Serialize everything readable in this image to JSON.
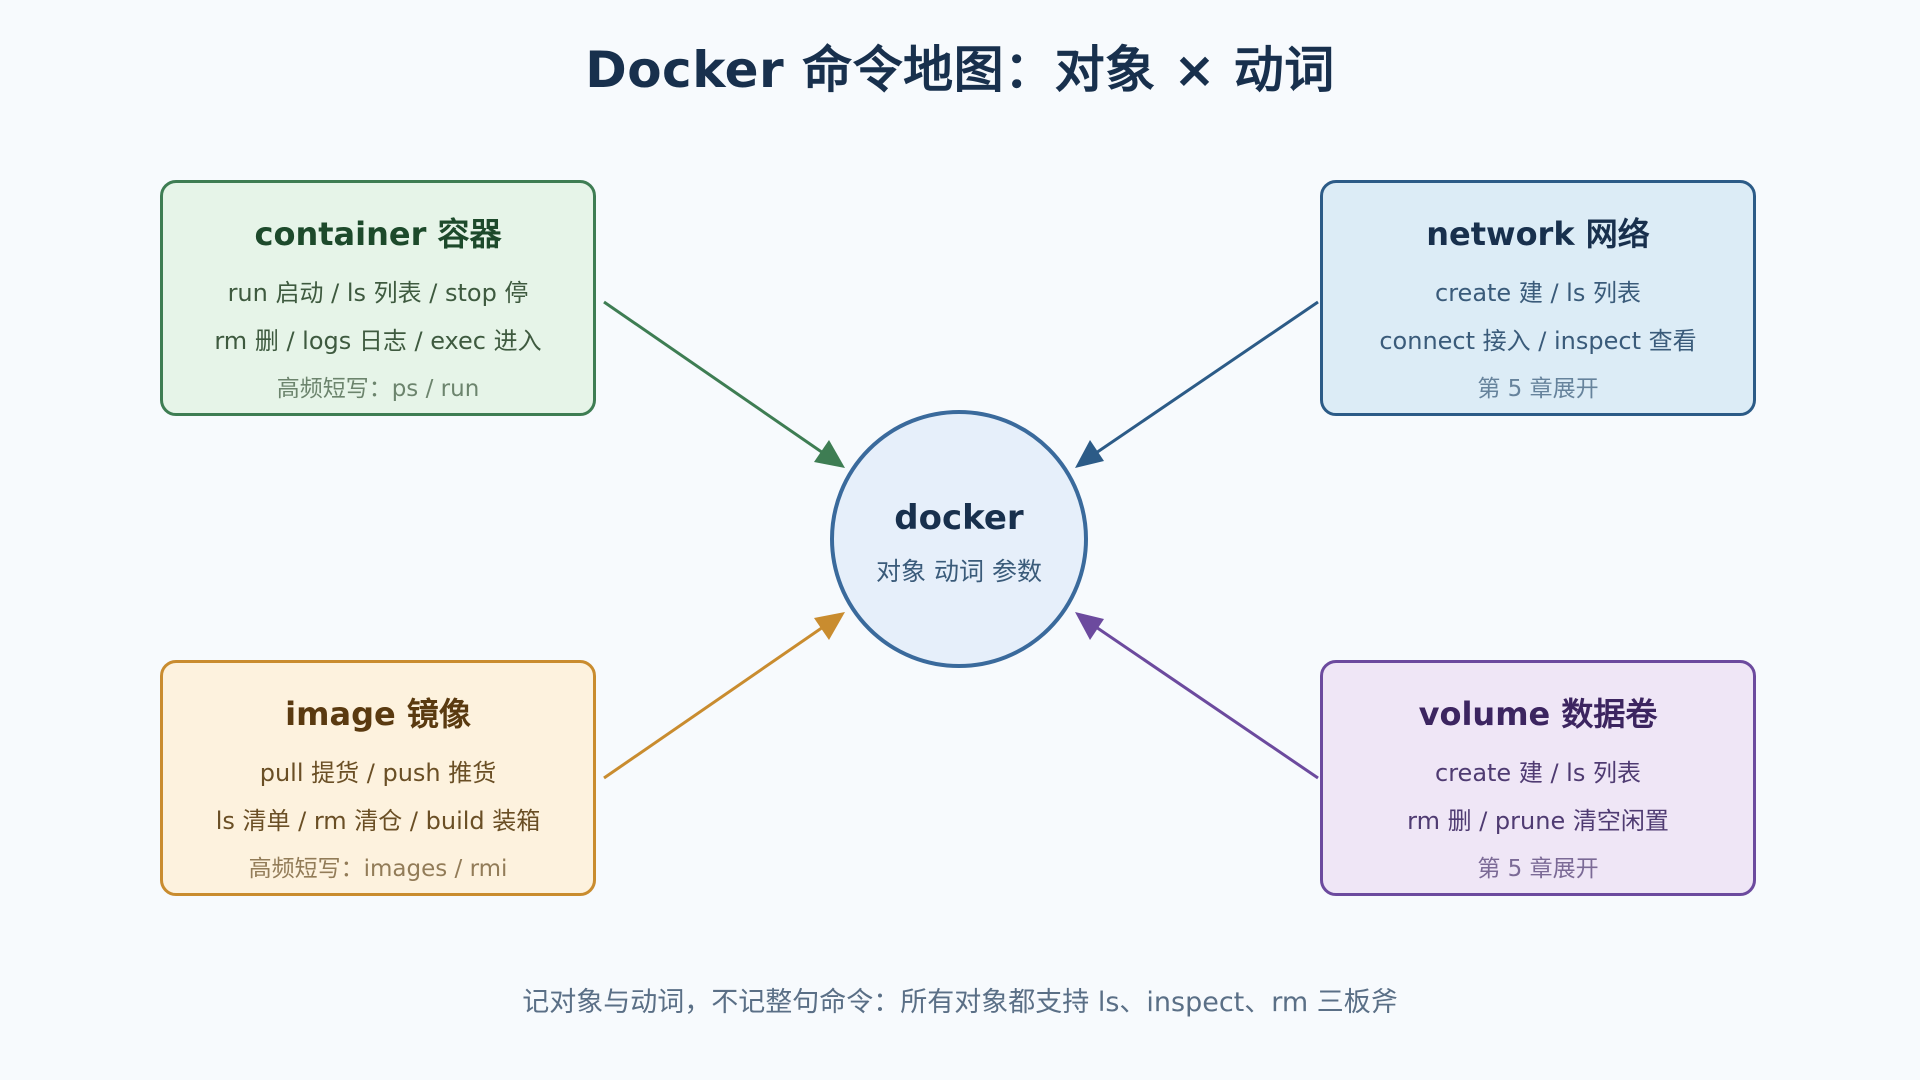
{
  "title": "Docker 命令地图：对象 × 动词",
  "center": {
    "title": "docker",
    "subtitle": "对象 动词 参数"
  },
  "boxes": {
    "container": {
      "title": "container 容器",
      "line1": "run 启动 / ls 列表 / stop 停",
      "line2": "rm 删 / logs 日志 / exec 进入",
      "note": "高频短写：ps / run",
      "color": "#3e7d53"
    },
    "network": {
      "title": "network 网络",
      "line1": "create 建 / ls 列表",
      "line2": "connect 接入 / inspect 查看",
      "note": "第 5 章展开",
      "color": "#2c5b87"
    },
    "image": {
      "title": "image 镜像",
      "line1": "pull 提货 / push 推货",
      "line2": "ls 清单 / rm 清仓 / build 装箱",
      "note": "高频短写：images / rmi",
      "color": "#c98c2f"
    },
    "volume": {
      "title": "volume 数据卷",
      "line1": "create 建 / ls 列表",
      "line2": "rm 删 / prune 清空闲置",
      "note": "第 5 章展开",
      "color": "#6c4a9e"
    }
  },
  "footer": "记对象与动词，不记整句命令：所有对象都支持 ls、inspect、rm 三板斧"
}
